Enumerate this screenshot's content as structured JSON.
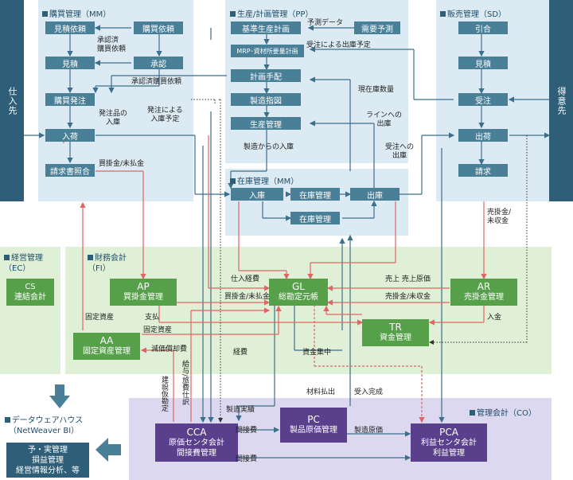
{
  "mm_purchasing": {
    "title": "購買管理（MM）",
    "nodes": {
      "requisition1": "見積依頼",
      "requisition2": "購買依頼",
      "quotation": "見積",
      "approval": "承認",
      "po": "購買発注",
      "gr": "入荷",
      "invoice": "請求書照合"
    },
    "labels": {
      "approved_req": "承認済\n購買依頼",
      "approved_req2": "承認済購買依頼",
      "receipt_notice": "発注品の\n入庫",
      "receipt_plan": "発注による\n入庫予定",
      "payable": "買掛金/未払金"
    }
  },
  "pp": {
    "title": "生産/計画管理（PP）",
    "nodes": {
      "master_plan": "基準生産計画",
      "demand": "需要予測",
      "mrp": "MRP･資材所要量計画",
      "plan_order": "計画手配",
      "prod_order": "製造指図",
      "prod_control": "生産管理"
    },
    "labels": {
      "forecast_data": "予測データ",
      "so_plan": "受注による出庫予定",
      "stock_qty": "現在庫数量",
      "line_issue": "ラインへの\n出庫",
      "prod_receipt": "製造からの入庫"
    }
  },
  "sd": {
    "title": "販売管理（SD）",
    "nodes": {
      "inquiry": "引合",
      "quote": "見積",
      "order": "受注",
      "delivery": "出荷",
      "billing": "請求"
    },
    "labels": {
      "so_issue": "受注への\n出庫",
      "receivable": "売掛金/\n未収金"
    }
  },
  "inv": {
    "title": "在庫管理（MM）",
    "nodes": {
      "receipt": "入庫",
      "stock1": "在庫管理",
      "issue": "出庫",
      "stock2": "在庫管理"
    }
  },
  "side": {
    "supplier": "仕入先",
    "customer": "得意先"
  },
  "ec": {
    "title": "経営管理\n（EC）",
    "node": "CS\n連結会計"
  },
  "fi": {
    "title": "財務会計\n（FI）",
    "ap": {
      "t": "AP",
      "s": "買掛金管理"
    },
    "gl": {
      "t": "GL",
      "s": "総勘定元帳"
    },
    "ar": {
      "t": "AR",
      "s": "売掛金管理"
    },
    "aa": {
      "t": "AA",
      "s": "固定資産管理"
    },
    "tr": {
      "t": "TR",
      "s": "資金管理"
    },
    "labels": {
      "purchase_cost": "仕入経費",
      "sales": "売上 売上原価",
      "payable": "買掛金/未払金",
      "receivable": "売掛金/未収金",
      "fixed_asset": "固定資産",
      "payment": "支払",
      "fixed_asset2": "固定資産",
      "deposit": "入金",
      "depreciation": "減価償却費",
      "expense": "経費",
      "fund": "資金集中"
    }
  },
  "co": {
    "title": "管理会計（CO）",
    "cca": {
      "t": "CCA",
      "s": "原価センタ会計\n間接費管理"
    },
    "pc": {
      "t": "PC",
      "s": "製品原価管理"
    },
    "pca": {
      "t": "PCA",
      "s": "利益センタ会計\n利益管理"
    },
    "labels": {
      "actual": "製造実績",
      "indirect1": "間接費",
      "indirect2": "間接費",
      "prod_cost": "製造原価",
      "material": "材料払出",
      "receipt_done": "受入完成",
      "construction": "建設仮勘定",
      "salary": "給与/旅費仕訳"
    }
  },
  "dwh": {
    "title": "データウェアハウス\n（NetWeaver BI）",
    "content": "予・実管理\n損益管理\n経営情報分析、等"
  },
  "colors": {
    "blue_panel": "#dceaf4",
    "green_panel": "#dff0d6",
    "purple_panel": "#dcd8ef",
    "blue_node": "#4a7f98",
    "green_node": "#57a04a",
    "purple_node": "#5a3f8c",
    "dark": "#2f5f78"
  }
}
